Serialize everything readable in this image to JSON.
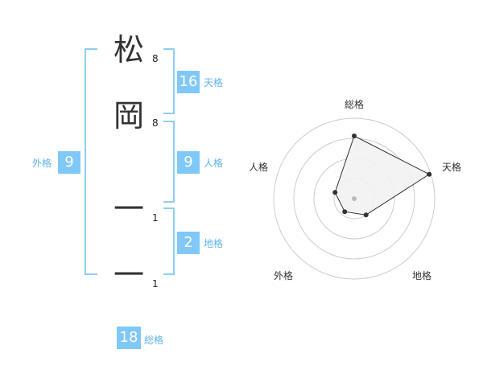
{
  "name": {
    "characters": [
      {
        "char": "松",
        "strokes": "8"
      },
      {
        "char": "岡",
        "strokes": "8"
      },
      {
        "char": "一",
        "strokes": "1"
      },
      {
        "char": "一",
        "strokes": "1"
      }
    ]
  },
  "scores": {
    "tenkaku": {
      "value": "16",
      "label": "天格"
    },
    "jinkaku": {
      "value": "9",
      "label": "人格"
    },
    "chikaku": {
      "value": "2",
      "label": "地格"
    },
    "gaikaku": {
      "value": "9",
      "label": "外格"
    },
    "soukaku": {
      "value": "18",
      "label": "総格"
    }
  },
  "chart_data": {
    "type": "radar",
    "axes": [
      "総格",
      "天格",
      "地格",
      "外格",
      "人格"
    ],
    "values": [
      0.78,
      0.98,
      0.25,
      0.2,
      0.25
    ],
    "max": 1,
    "rings": 4,
    "colors": {
      "fill": "#f2f2f2",
      "stroke": "#333333",
      "grid": "#cccccc",
      "point": "#333333",
      "center": "#bbbbbb"
    }
  },
  "colors": {
    "accent": "#80c8f8",
    "bracket": "#8fcdf5",
    "label": "#5fb4ea"
  }
}
